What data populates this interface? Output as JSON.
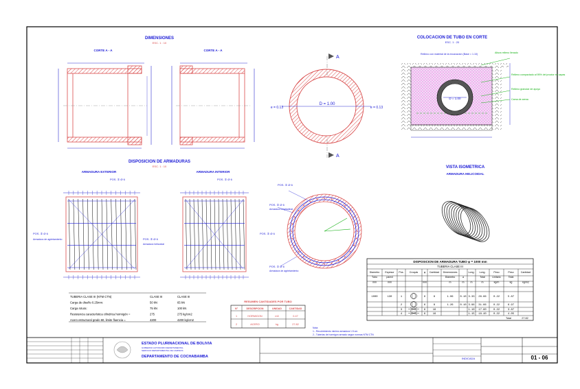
{
  "sheet": {
    "sections": {
      "dimensions_title": "DIMENSIONES",
      "dimensions_scale": "ESC. 1 : 10",
      "cut_a": "CORTE A - A",
      "cut_b": "CORTE A - A",
      "placement_title": "COLOCACION DE TUBO EN CORTE",
      "placement_scale": "ESC. 1 : 20",
      "reinforcement_title": "DISPOSICION DE ARMADURAS",
      "reinforcement_scale": "ESC. 1 : 10",
      "outer_rebar": "ARMADURA EXTERIOR",
      "inner_rebar": "ARMADURA INTERIOR",
      "iso_title": "VISTA ISOMETRICA",
      "iso_subtitle": "ARMADURA HELICOIDAL"
    },
    "ring": {
      "arrow_label": "A",
      "left_dim": "e = 0.13",
      "center_dim": "D = 1.00",
      "right_dim": "e = 0.13"
    },
    "placement_labels": {
      "fill_label": "Relleno con material de la excavacion (Base = 1.10)",
      "top_note": "Altura relleno llenado",
      "side_note": "Relleno compactado al 95% del proctor en capas",
      "side_note2": "Relleno granular de apoyo",
      "bed_note": "Cama de arena",
      "diameter": "D = 1.00"
    },
    "bar_labels": {
      "pos1": "POS. ① Ø 6",
      "pos2": "POS. ② Ø 6",
      "helical": "Armadura helicoidal",
      "longitudinal": "Armadura longitudinal",
      "outer_caption": "Armadura de agrietamiento"
    },
    "class_table": {
      "rows": [
        [
          "TUBERIA CLASE III (NTM CTN)",
          "CLASE III",
          "CLASE III"
        ],
        [
          "Carga de diseño 0.25mm:",
          "50 kN",
          "65 kN"
        ],
        [
          "Carga rotura:",
          "75 kN",
          "100 kN"
        ],
        [
          "Resistencia característica cilindrica hormigón =",
          "275",
          "275 kg/cm2"
        ],
        [
          "Acero estructural grado 60, limite fluencia =",
          "4200",
          "4200 kg/cm2"
        ]
      ]
    },
    "qty_table": {
      "title": "RESUMEN CANTIDADES POR TUBO",
      "headers": [
        "N°",
        "DESCRIPCION",
        "UNIDAD",
        "CANTIDAD"
      ],
      "rows": [
        [
          "1",
          "HORMIGON",
          "m3",
          "0.47"
        ],
        [
          "2",
          "ACERO",
          "kg",
          "27.82"
        ]
      ]
    },
    "notes": [
      "Nota:",
      "1.- Recubrimiento minimo armadura 1.5 cm.",
      "2.- Tuberias de hormigon armado segun normas NTM CTN"
    ],
    "rebar_table": {
      "title": "DISPOSICION DE ARMADURA TUBO φ = 1000 mm",
      "subtitle": "TUBERIA CLASE III",
      "headers1": [
        "Diametro",
        "Espesor",
        "Pos.",
        "Croquis",
        "φ",
        "Cantidad",
        "Dimensiones",
        "",
        "Long.",
        "Long.",
        "Peso",
        "Peso",
        "Cantidad"
      ],
      "headers2": [
        "Tubo",
        "pared",
        "",
        "",
        "",
        "",
        "Diametro",
        "a",
        "",
        "Total",
        "Unitario",
        "Total",
        ""
      ],
      "headers3": [
        "mm",
        "mm",
        "",
        "",
        "mm",
        "",
        "m",
        "m",
        "m",
        "m",
        "kg/m",
        "kg",
        "kg/m2"
      ],
      "rows": [
        [
          "1000",
          "130",
          "1",
          "helix",
          "6",
          "8",
          "1.06",
          "0.10",
          "3.33",
          "26.66",
          "0.22",
          "5.87",
          ""
        ],
        [
          "",
          "",
          "2",
          "helix",
          "6",
          "8",
          "1.26",
          "0.10",
          "3.96",
          "31.66",
          "0.22",
          "6.97",
          ""
        ],
        [
          "",
          "",
          "3",
          "bar",
          "6",
          "16",
          "",
          "",
          "1.10",
          "17.60",
          "0.22",
          "3.87",
          ""
        ],
        [
          "",
          "",
          "4",
          "bar",
          "6",
          "16",
          "",
          "",
          "1.15",
          "18.40",
          "0.22",
          "4.05",
          ""
        ]
      ],
      "total_label": "Total",
      "total_value": "27.82"
    },
    "title_block": {
      "institution": "ESTADO PLURINACIONAL DE BOLIVIA",
      "sub1": "GOBIERNO AUTONOMO DEPARTAMENTAL",
      "sub2": "SERVICIO DEPARTAMENTAL DE CAMINOS",
      "department": "DEPARTAMENTO DE COCHABAMBA",
      "scale": "INDICADA",
      "sheet_no": "01 - 06"
    }
  },
  "colors": {
    "concrete": "#d94a4a",
    "rebar": "#1a1ad6",
    "dim": "#2a2ad0",
    "fill": "#e070e0",
    "note": "#13b013",
    "text": "#000000"
  }
}
